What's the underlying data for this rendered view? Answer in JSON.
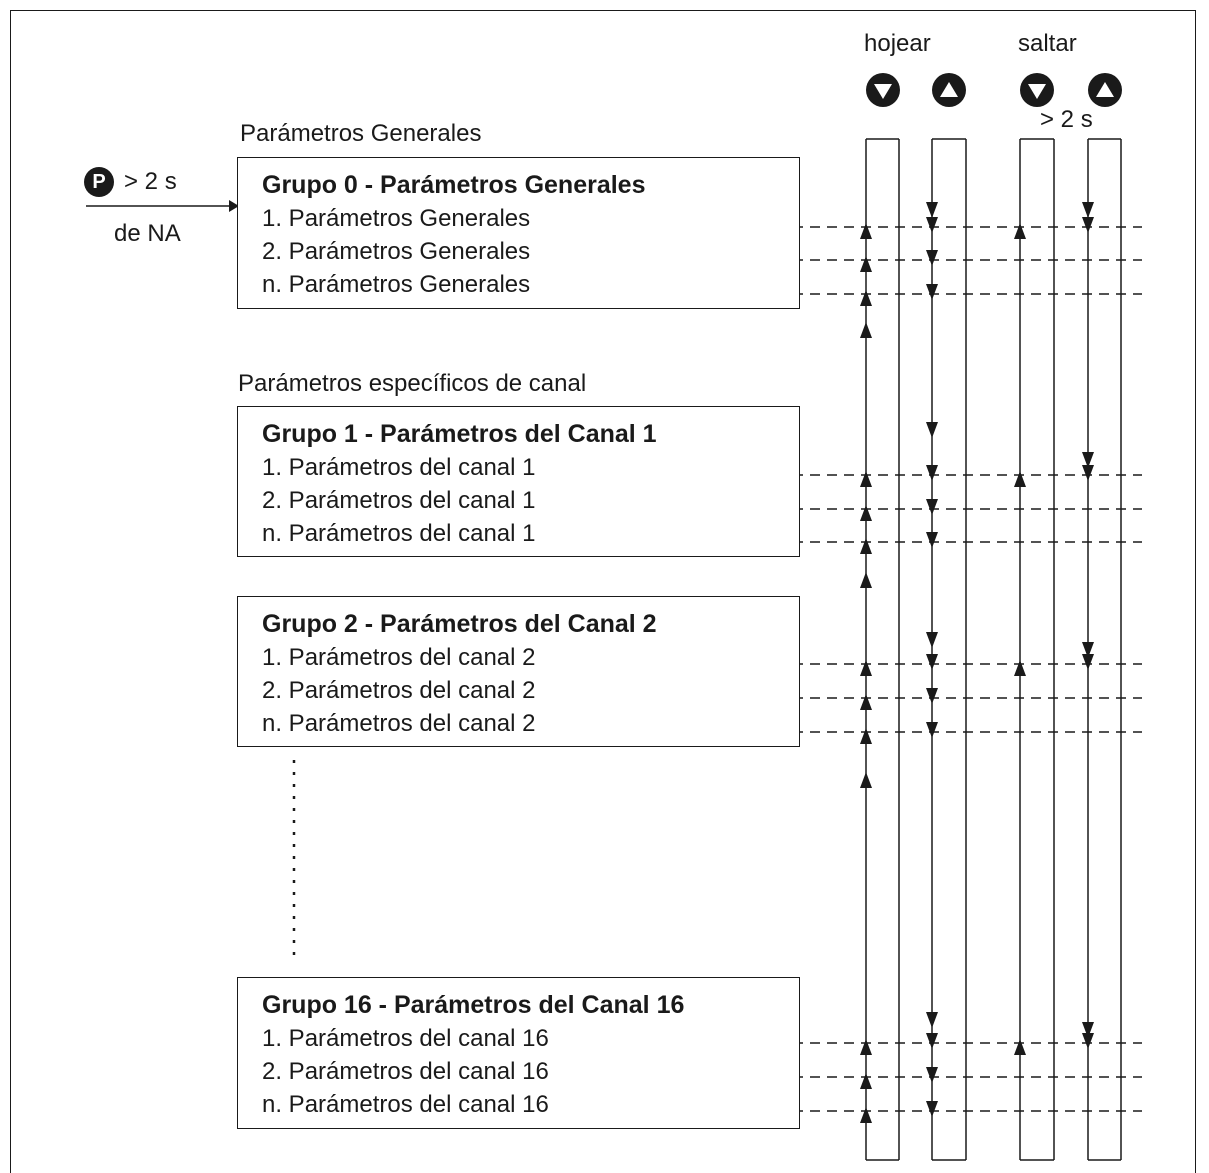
{
  "header": {
    "browse_label": "hojear",
    "jump_label": "saltar",
    "jump_time": "> 2 s",
    "icons": [
      "arrow-down-button-icon",
      "arrow-up-button-icon",
      "arrow-down-button-icon",
      "arrow-up-button-icon"
    ]
  },
  "entry": {
    "key_label": "P",
    "time_label": "> 2 s",
    "from_label": "de NA"
  },
  "sections": {
    "general_heading": "Parámetros Generales",
    "channel_heading": "Parámetros específicos de canal"
  },
  "groups": [
    {
      "title": "Grupo 0 - Parámetros Generales",
      "rows": [
        "1. Parámetros Generales",
        "2. Parámetros Generales",
        "n. Parámetros Generales"
      ]
    },
    {
      "title": "Grupo 1 - Parámetros del Canal 1",
      "rows": [
        "1. Parámetros del canal 1",
        "2. Parámetros del canal 1",
        "n. Parámetros del canal 1"
      ]
    },
    {
      "title": "Grupo 2 - Parámetros del Canal 2",
      "rows": [
        "1. Parámetros del canal 2",
        "2. Parámetros del canal 2",
        "n. Parámetros del canal 2"
      ]
    },
    {
      "title": "Grupo 16 - Parámetros del Canal 16",
      "rows": [
        "1. Parámetros del canal 16",
        "2. Parámetros del canal 16",
        "n. Parámetros del canal 16"
      ]
    }
  ],
  "colors": {
    "ink": "#1a1a1a",
    "background": "#ffffff"
  }
}
